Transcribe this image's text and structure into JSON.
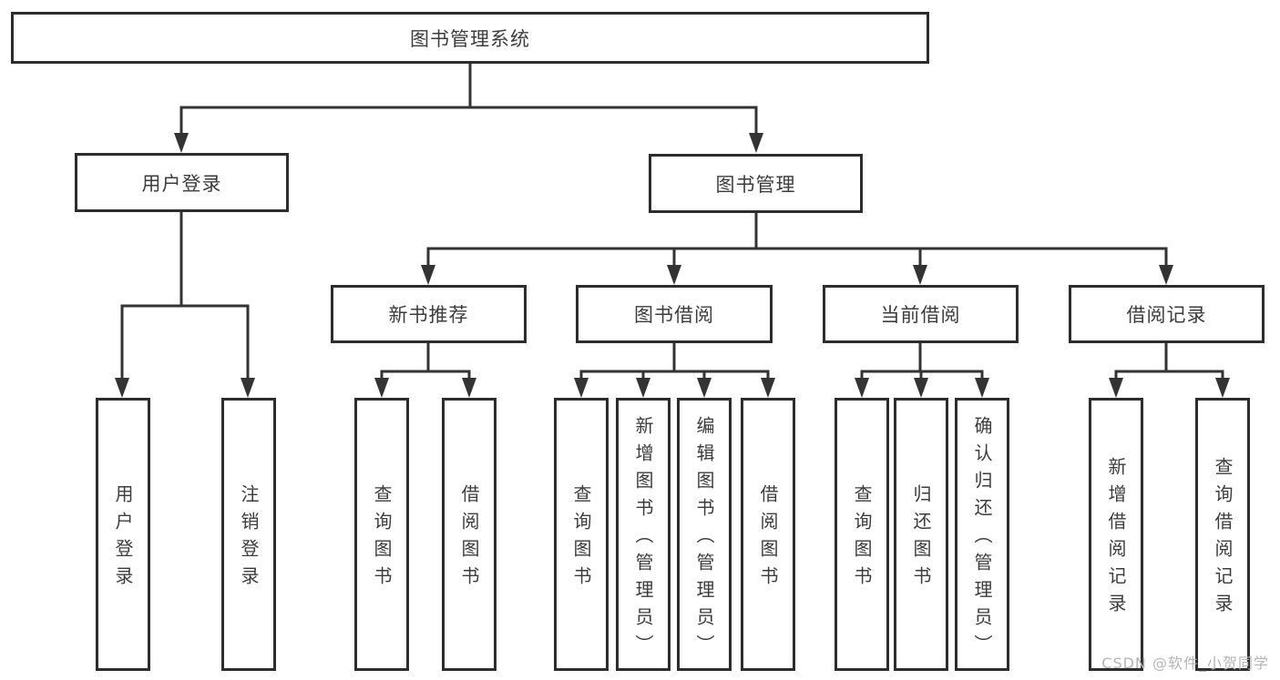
{
  "tree": {
    "label": "图书管理系统",
    "children": [
      {
        "label": "用户登录",
        "children": [
          {
            "label": "用户登录"
          },
          {
            "label": "注销登录"
          }
        ]
      },
      {
        "label": "图书管理",
        "children": [
          {
            "label": "新书推荐",
            "children": [
              {
                "label": "查询图书"
              },
              {
                "label": "借阅图书"
              }
            ]
          },
          {
            "label": "图书借阅",
            "children": [
              {
                "label": "查询图书"
              },
              {
                "label": "新增图书（管理员）"
              },
              {
                "label": "编辑图书（管理员）"
              },
              {
                "label": "借阅图书"
              }
            ]
          },
          {
            "label": "当前借阅",
            "children": [
              {
                "label": "查询图书"
              },
              {
                "label": "归还图书"
              },
              {
                "label": "确认归还（管理员）"
              }
            ]
          },
          {
            "label": "借阅记录",
            "children": [
              {
                "label": "新增借阅记录"
              },
              {
                "label": "查询借阅记录"
              }
            ]
          }
        ]
      }
    ]
  },
  "watermark": {
    "text": "CSDN @软件_小贺同学"
  },
  "colors": {
    "line": "#333333",
    "box_border": "#2d2d2d",
    "text": "#3c3c3c",
    "watermark": "#b4b4b4",
    "background": "#ffffff"
  }
}
